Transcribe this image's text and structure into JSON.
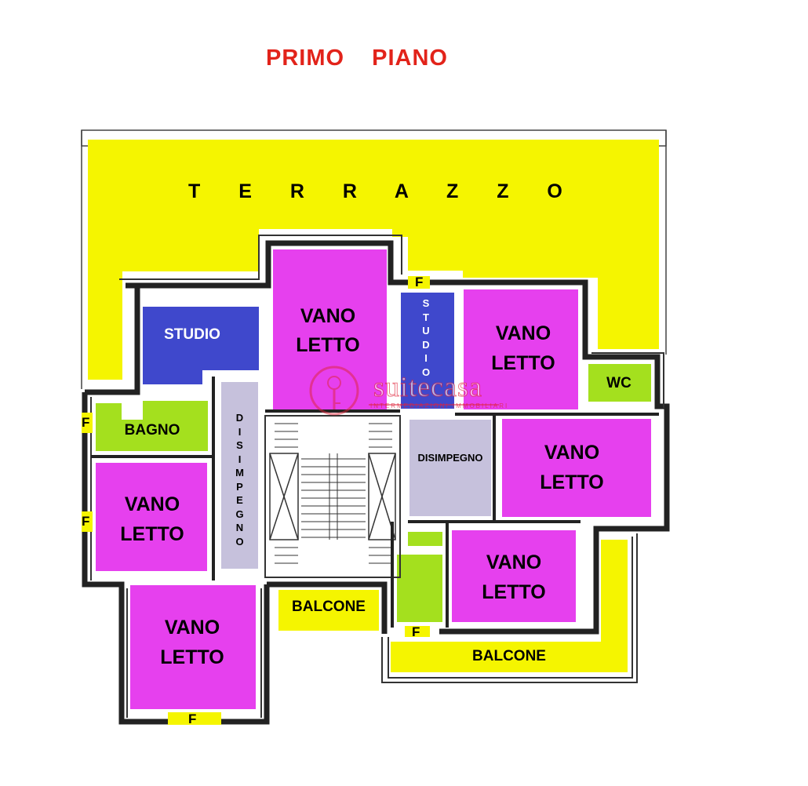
{
  "title": "PRIMO   PIANO",
  "rooms": {
    "terrazzo": "T E R R A Z Z O",
    "studio_left": "STUDIO",
    "studio_vertical": "S\nT\nU\nD\nI\nO",
    "vano_top_center_1": "VANO",
    "vano_top_center_2": "LETTO",
    "vano_top_right_1": "VANO",
    "vano_top_right_2": "LETTO",
    "wc": "WC",
    "bagno": "BAGNO",
    "disimpegno_vertical": "D\nI\nS\nI\nM\nP\nE\nG\nN\nO",
    "vano_left_1": "VANO",
    "vano_left_2": "LETTO",
    "vano_bottom_left_1": "VANO",
    "vano_bottom_left_2": "LETTO",
    "disimpegno_right": "DISIMPEGNO",
    "vano_right_1": "VANO",
    "vano_right_2": "LETTO",
    "vano_bottom_right_1": "VANO",
    "vano_bottom_right_2": "LETTO",
    "balcone_center": "BALCONE",
    "balcone_right": "BALCONE"
  },
  "window_marks": {
    "f1": "F",
    "f2": "F",
    "f3": "F",
    "f4": "F",
    "f5": "F"
  },
  "watermark": {
    "brand": "suitecasa",
    "tagline": "INTERMEDIAZIONI IMMOBILIARI"
  },
  "colors": {
    "terrace": "#f5f500",
    "bedroom": "#e640ee",
    "study": "#3f48cc",
    "bath": "#a4e01e",
    "hall": "#c6c1dc",
    "title": "#e2231a",
    "wall": "#222222"
  }
}
